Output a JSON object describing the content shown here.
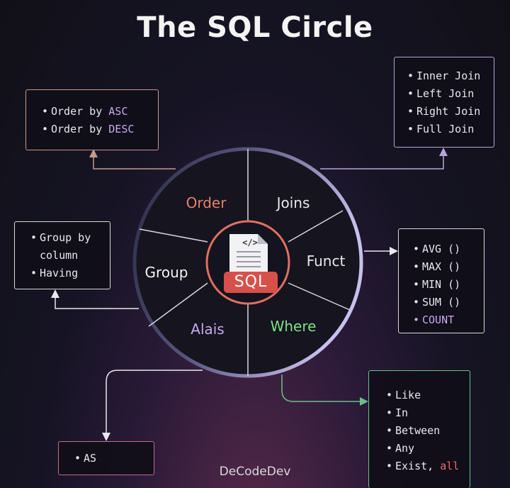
{
  "title": "The SQL Circle",
  "brand": "DeCodeDev",
  "center": {
    "code_icon": "</>",
    "label": "SQL"
  },
  "segments": [
    {
      "label": "Order",
      "color": "#e8826a"
    },
    {
      "label": "Joins",
      "color": "#e8e8ee"
    },
    {
      "label": "Funct",
      "color": "#e8e8ee"
    },
    {
      "label": "Where",
      "color": "#7ee08a"
    },
    {
      "label": "Alais",
      "color": "#c8a8f0"
    },
    {
      "label": "Group",
      "color": "#f4f4f4"
    }
  ],
  "boxes": {
    "order": {
      "items": [
        "Order by ",
        "Order by "
      ],
      "highlights": [
        "ASC",
        "DESC"
      ]
    },
    "joins": {
      "items": [
        "Inner Join",
        "Left Join",
        "Right Join",
        "Full Join"
      ]
    },
    "group": {
      "items": [
        "Group by column",
        "Having"
      ]
    },
    "funct": {
      "items": [
        "AVG ()",
        "MAX ()",
        "MIN ()",
        "SUM ()",
        "COUNT"
      ]
    },
    "alias": {
      "items": [
        "AS"
      ]
    },
    "where": {
      "items": [
        "Like",
        "In",
        "Between",
        "Any",
        "Exist, "
      ],
      "highlight": "all"
    }
  },
  "colors": {
    "box_border_order": "#c49a8a",
    "box_border_joins": "#b7a4dc",
    "box_border_group": "#d8d8d8",
    "box_border_funct": "#d8d8d8",
    "box_border_alias": "#c46a8a",
    "box_border_where": "#6ac08a",
    "wheel_rim": "#b9b3e0",
    "wheel_rim_dark": "#2a2a40",
    "center_ring": "#e07060"
  }
}
